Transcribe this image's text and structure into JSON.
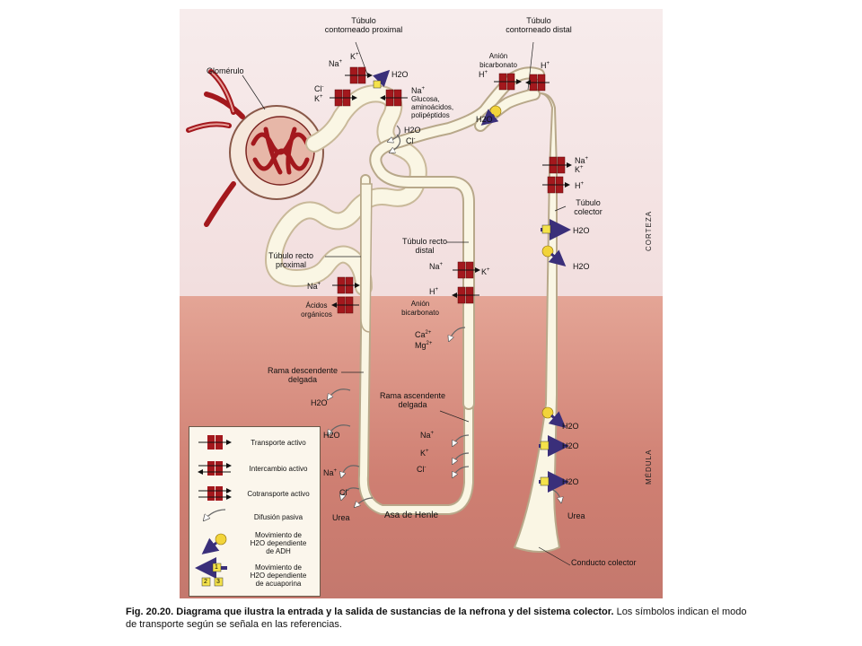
{
  "labels": {
    "tubulo_prox": "Túbulo\ncontorneado proximal",
    "tubulo_dist": "Túbulo\ncontorneado distal",
    "glomerulo": "Glomérulo",
    "anion_bicarb_top": "Anión\nbicarbonato",
    "tubulo_colector": "Túbulo\ncolector",
    "corteza": "CORTEZA",
    "medula": "MÉDULA",
    "tubulo_recto_distal": "Túbulo recto\ndistal",
    "tubulo_recto_proximal": "Túbulo recto\nproximal",
    "acidos_organicos": "Ácidos\norgánicos",
    "anion_bicarb_mid": "Anión\nbicarbonato",
    "rama_descendente": "Rama descendente\ndelgada",
    "rama_ascendente": "Rama ascendente\ndelgada",
    "asa_henle": "Asa de Henle",
    "conducto_colector": "Conducto colector",
    "glucosa": "Glucosa,\naminoácidos,\npolipéptidos"
  },
  "ions": {
    "na": "Na",
    "k": "K",
    "cl": "Cl",
    "h": "H",
    "h2o": "H2O",
    "ca": "Ca",
    "mg": "Mg",
    "urea": "Urea",
    "plus": "+",
    "minus": "-",
    "twoplus": "2+"
  },
  "legend": {
    "items": [
      {
        "label": "Transporte activo"
      },
      {
        "label": "Intercambio activo"
      },
      {
        "label": "Cotransporte activo"
      },
      {
        "label": "Difusión pasiva"
      },
      {
        "label": "Movimiento de\nH2O dependiente\nde ADH"
      },
      {
        "label": "Movimiento de\nH2O dependiente\nde acuaporina"
      }
    ],
    "badges": [
      "1",
      "2",
      "3"
    ]
  },
  "caption": {
    "bold": "Fig. 20.20. Diagrama que ilustra la entrada y la salida de sustancias de la nefrona y del sistema colector.",
    "rest": " Los símbolos indican el modo de transporte según se señala en las referencias."
  },
  "colors": {
    "transporter": "#a3181d",
    "tubule": "#faf6e4",
    "purple_arrow": "#3a2f7a",
    "adh_dot": "#f2d43a",
    "aquaporin_box": "#f4e24a"
  }
}
